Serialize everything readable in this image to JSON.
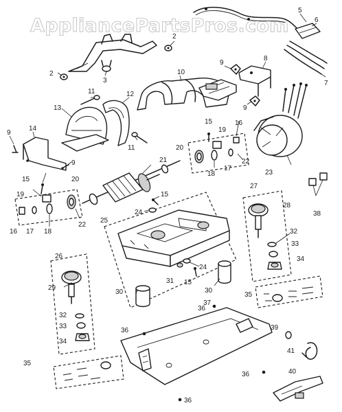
{
  "watermark": "AppliancePartsPros.com",
  "callouts": {
    "c2a": "2",
    "c2b": "2",
    "c3": "3",
    "c5": "5",
    "c6": "6",
    "c7": "7",
    "c8": "8",
    "c9a": "9",
    "c9b": "9",
    "c9c": "9",
    "c9d": "9",
    "c10": "10",
    "c11a": "11",
    "c11b": "11",
    "c12": "12",
    "c13": "13",
    "c14": "14",
    "c15a": "15",
    "c15b": "15",
    "c15c": "15",
    "c15d": "15",
    "c16a": "16",
    "c16b": "16",
    "c17a": "17",
    "c17b": "17",
    "c18a": "18",
    "c18b": "18",
    "c19a": "19",
    "c19b": "19",
    "c20a": "20",
    "c20b": "20",
    "c21": "21",
    "c22a": "22",
    "c22b": "22",
    "c23": "23",
    "c24a": "24",
    "c24b": "24",
    "c25": "25",
    "c26": "26",
    "c27": "27",
    "c28": "28",
    "c29": "29",
    "c30a": "30",
    "c30b": "30",
    "c31": "31",
    "c32a": "32",
    "c32b": "32",
    "c33a": "33",
    "c33b": "33",
    "c34a": "34",
    "c34b": "34",
    "c35a": "35",
    "c35b": "35",
    "c36a": "36",
    "c36b": "36",
    "c36c": "36",
    "c36d": "36",
    "c37": "37",
    "c38": "38",
    "c39": "39",
    "c40": "40",
    "c41": "41"
  }
}
